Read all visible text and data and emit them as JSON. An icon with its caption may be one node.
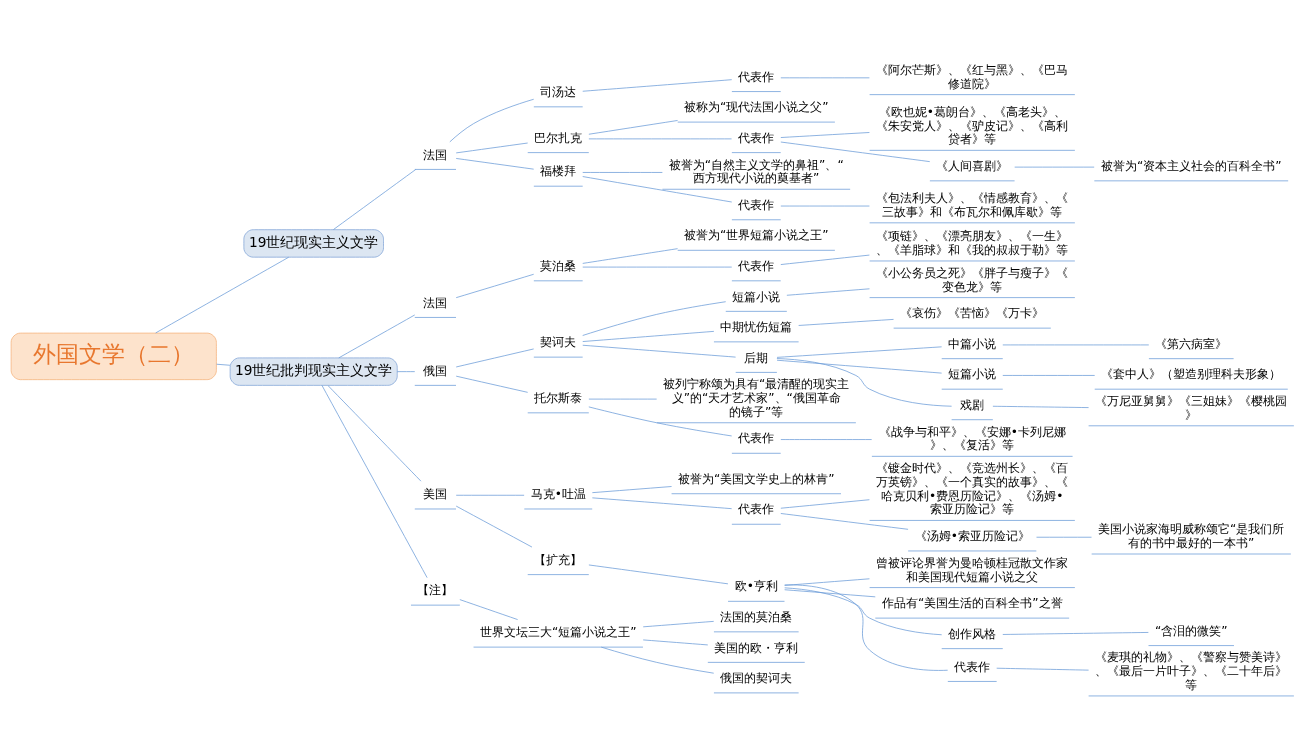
{
  "diagram": {
    "nodes": [
      {
        "text": [
          "外国文学（二）"
        ]
      },
      {
        "text": [
          "19世纪现实主义文学"
        ]
      },
      {
        "text": [
          "法国"
        ]
      },
      {
        "text": [
          "司汤达"
        ]
      },
      {
        "text": [
          "代表作"
        ]
      },
      {
        "text": [
          "《阿尔芒斯》、《红与黑》、《巴马修道院》"
        ]
      },
      {
        "text": [
          "巴尔扎克"
        ]
      },
      {
        "text": [
          "被称为“现代法国小说之父”"
        ]
      },
      {
        "text": [
          "代表作"
        ]
      },
      {
        "text": [
          "《欧也妮•葛朗台》、《高老头》、《朱安党人》、《驴皮记》、《高利贷者》等"
        ]
      },
      {
        "text": [
          "《人间喜剧》"
        ]
      },
      {
        "text": [
          "被誉为“资本主义社会的百科全书”"
        ]
      },
      {
        "text": [
          "福楼拜"
        ]
      },
      {
        "text": [
          "被誉为“自然主义文学的鼻祖”、“西方现代小说的奠基者”"
        ]
      },
      {
        "text": [
          "代表作"
        ]
      },
      {
        "text": [
          "《包法利夫人》、《情感教育》、《三故事》和《布瓦尔和佩库歇》等"
        ]
      },
      {
        "text": [
          "19世纪批判现实主义文学"
        ]
      },
      {
        "text": [
          "法国"
        ]
      },
      {
        "text": [
          "莫泊桑"
        ]
      },
      {
        "text": [
          "被誉为“世界短篇小说之王”"
        ]
      },
      {
        "text": [
          "代表作"
        ]
      },
      {
        "text": [
          "《项链》、《漂亮朋友》、《一生》、《羊脂球》和《我的叔叔于勒》等"
        ]
      },
      {
        "text": [
          "俄国"
        ]
      },
      {
        "text": [
          "契诃夫"
        ]
      },
      {
        "text": [
          "短篇小说"
        ]
      },
      {
        "text": [
          "《小公务员之死》《胖子与瘦子》《变色龙》等"
        ]
      },
      {
        "text": [
          "中期忧伤短篇"
        ]
      },
      {
        "text": [
          "《哀伤》《苦恼》《万卡》"
        ]
      },
      {
        "text": [
          "后期"
        ]
      },
      {
        "text": [
          "中篇小说"
        ]
      },
      {
        "text": [
          "《第六病室》"
        ]
      },
      {
        "text": [
          "短篇小说"
        ]
      },
      {
        "text": [
          "《套中人》（塑造别理科夫形象）"
        ]
      },
      {
        "text": [
          "戏剧"
        ]
      },
      {
        "text": [
          "《万尼亚舅舅》《三姐妹》《樱桃园》"
        ]
      },
      {
        "text": [
          "托尔斯泰"
        ]
      },
      {
        "text": [
          "被列宁称颂为具有“最清醒的现实主义”的“天才艺术家”、“俄国革命的镜子”等"
        ]
      },
      {
        "text": [
          "代表作"
        ]
      },
      {
        "text": [
          "《战争与和平》、《安娜•卡列尼娜》、《复活》等"
        ]
      },
      {
        "text": [
          "美国"
        ]
      },
      {
        "text": [
          "马克•吐温"
        ]
      },
      {
        "text": [
          "被誉为“美国文学史上的林肯”"
        ]
      },
      {
        "text": [
          "代表作"
        ]
      },
      {
        "text": [
          "《镀金时代》、《竞选州长》、《百万英镑》、《一个真实的故事》、《哈克贝利•费恩历险记》、《汤姆•索亚历险记》等"
        ]
      },
      {
        "text": [
          "《汤姆•索亚历险记》"
        ]
      },
      {
        "text": [
          "美国小说家海明威称颂它“是我们所有的书中最好的一本书”"
        ]
      },
      {
        "text": [
          "【扩充】"
        ]
      },
      {
        "text": [
          "欧•亨利"
        ]
      },
      {
        "text": [
          "曾被评论界誉为曼哈顿桂冠散文作家和美国现代短篇小说之父"
        ]
      },
      {
        "text": [
          "作品有“美国生活的百科全书”之誉"
        ]
      },
      {
        "text": [
          "创作风格"
        ]
      },
      {
        "text": [
          "“含泪的微笑”"
        ]
      },
      {
        "text": [
          "代表作"
        ]
      },
      {
        "text": [
          "《麦琪的礼物》、《警察与赞美诗》、《最后一片叶子》、《二十年后》等"
        ]
      },
      {
        "text": [
          "【注】"
        ]
      },
      {
        "text": [
          "世界文坛三大“短篇小说之王”"
        ]
      },
      {
        "text": [
          "法国的莫泊桑"
        ]
      },
      {
        "text": [
          "美国的欧・亨利"
        ]
      },
      {
        "text": [
          "俄国的契诃夫"
        ]
      }
    ],
    "edges": [
      {
        "from": 0,
        "to": 1,
        "arrow": "none"
      },
      {
        "from": 1,
        "to": 2,
        "arrow": "none"
      },
      {
        "from": 2,
        "to": 3,
        "arrow": "none"
      },
      {
        "from": 3,
        "to": 4,
        "arrow": "none"
      },
      {
        "from": 4,
        "to": 5,
        "arrow": "none"
      },
      {
        "from": 2,
        "to": 6,
        "arrow": "none"
      },
      {
        "from": 6,
        "to": 7,
        "arrow": "none"
      },
      {
        "from": 6,
        "to": 8,
        "arrow": "none"
      },
      {
        "from": 8,
        "to": 9,
        "arrow": "none"
      },
      {
        "from": 8,
        "to": 10,
        "arrow": "none"
      },
      {
        "from": 10,
        "to": 11,
        "arrow": "none"
      },
      {
        "from": 2,
        "to": 12,
        "arrow": "none"
      },
      {
        "from": 12,
        "to": 13,
        "arrow": "none"
      },
      {
        "from": 12,
        "to": 14,
        "arrow": "none"
      },
      {
        "from": 14,
        "to": 15,
        "arrow": "none"
      },
      {
        "from": 0,
        "to": 16,
        "arrow": "none"
      },
      {
        "from": 16,
        "to": 17,
        "arrow": "none"
      },
      {
        "from": 17,
        "to": 18,
        "arrow": "none"
      },
      {
        "from": 18,
        "to": 19,
        "arrow": "none"
      },
      {
        "from": 18,
        "to": 20,
        "arrow": "none"
      },
      {
        "from": 20,
        "to": 21,
        "arrow": "none"
      },
      {
        "from": 16,
        "to": 22,
        "arrow": "none"
      },
      {
        "from": 22,
        "to": 23,
        "arrow": "none"
      },
      {
        "from": 23,
        "to": 24,
        "arrow": "none"
      },
      {
        "from": 24,
        "to": 25,
        "arrow": "none"
      },
      {
        "from": 23,
        "to": 26,
        "arrow": "none"
      },
      {
        "from": 26,
        "to": 27,
        "arrow": "none"
      },
      {
        "from": 23,
        "to": 28,
        "arrow": "none"
      },
      {
        "from": 28,
        "to": 29,
        "arrow": "none"
      },
      {
        "from": 29,
        "to": 30,
        "arrow": "none"
      },
      {
        "from": 28,
        "to": 31,
        "arrow": "none"
      },
      {
        "from": 31,
        "to": 32,
        "arrow": "none"
      },
      {
        "from": 28,
        "to": 33,
        "arrow": "none"
      },
      {
        "from": 33,
        "to": 34,
        "arrow": "none"
      },
      {
        "from": 22,
        "to": 35,
        "arrow": "none"
      },
      {
        "from": 35,
        "to": 36,
        "arrow": "none"
      },
      {
        "from": 35,
        "to": 37,
        "arrow": "none"
      },
      {
        "from": 37,
        "to": 38,
        "arrow": "none"
      },
      {
        "from": 16,
        "to": 39,
        "arrow": "none"
      },
      {
        "from": 39,
        "to": 40,
        "arrow": "none"
      },
      {
        "from": 40,
        "to": 41,
        "arrow": "none"
      },
      {
        "from": 40,
        "to": 42,
        "arrow": "none"
      },
      {
        "from": 42,
        "to": 43,
        "arrow": "none"
      },
      {
        "from": 42,
        "to": 44,
        "arrow": "none"
      },
      {
        "from": 44,
        "to": 45,
        "arrow": "none"
      },
      {
        "from": 39,
        "to": 46,
        "arrow": "none"
      },
      {
        "from": 46,
        "to": 47,
        "arrow": "none"
      },
      {
        "from": 47,
        "to": 48,
        "arrow": "none"
      },
      {
        "from": 47,
        "to": 49,
        "arrow": "none"
      },
      {
        "from": 47,
        "to": 50,
        "arrow": "none"
      },
      {
        "from": 50,
        "to": 51,
        "arrow": "none"
      },
      {
        "from": 47,
        "to": 52,
        "arrow": "none"
      },
      {
        "from": 52,
        "to": 53,
        "arrow": "none"
      },
      {
        "from": 16,
        "to": 54,
        "arrow": "none"
      },
      {
        "from": 54,
        "to": 55,
        "arrow": "none"
      },
      {
        "from": 55,
        "to": 56,
        "arrow": "none"
      },
      {
        "from": 55,
        "to": 57,
        "arrow": "none"
      },
      {
        "from": 55,
        "to": 58,
        "arrow": "none"
      }
    ]
  }
}
